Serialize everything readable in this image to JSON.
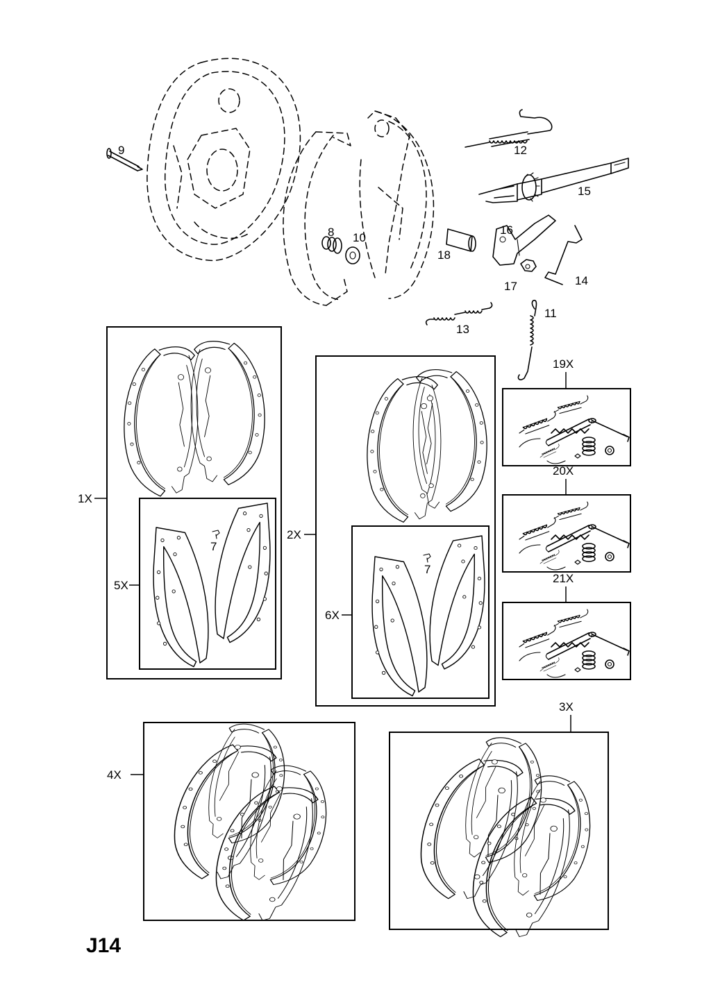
{
  "diagram_code": "J14",
  "part_labels": {
    "p7a": "7",
    "p7b": "7",
    "p8": "8",
    "p9": "9",
    "p10": "10",
    "p11": "11",
    "p12": "12",
    "p13": "13",
    "p14": "14",
    "p15": "15",
    "p16": "16",
    "p17": "17",
    "p18": "18"
  },
  "kit_labels": {
    "k1": "1X",
    "k2": "2X",
    "k3": "3X",
    "k4": "4X",
    "k5": "5X",
    "k6": "6X",
    "k19": "19X",
    "k20": "20X",
    "k21": "21X"
  }
}
